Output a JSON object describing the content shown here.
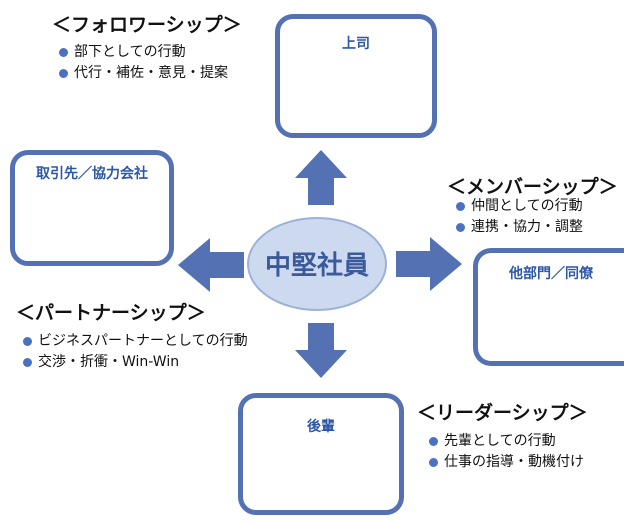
{
  "center": {
    "label": "中堅社員"
  },
  "nodes": {
    "boss": {
      "label": "上司"
    },
    "partner": {
      "label": "取引先／協力会社"
    },
    "peer": {
      "label": "他部門／同僚"
    },
    "junior": {
      "label": "後輩"
    }
  },
  "roles": {
    "followership": {
      "title": "＜フォロワーシップ＞",
      "items": [
        "部下としての行動",
        "代行・補佐・意見・提案"
      ]
    },
    "membership": {
      "title": "＜メンバーシップ＞",
      "items": [
        "仲間としての行動",
        "連携・協力・調整"
      ]
    },
    "partnership": {
      "title": "＜パートナーシップ＞",
      "items": [
        "ビジネスパートナーとしての行動",
        "交渉・折衝・Win-Win"
      ]
    },
    "leadership": {
      "title": "＜リーダーシップ＞",
      "items": [
        "先輩としての行動",
        "仕事の指導・動機付け"
      ]
    }
  },
  "colors": {
    "accent": "#5472b3",
    "center_fill": "#cdd9ee",
    "label": "#2d58a8"
  }
}
